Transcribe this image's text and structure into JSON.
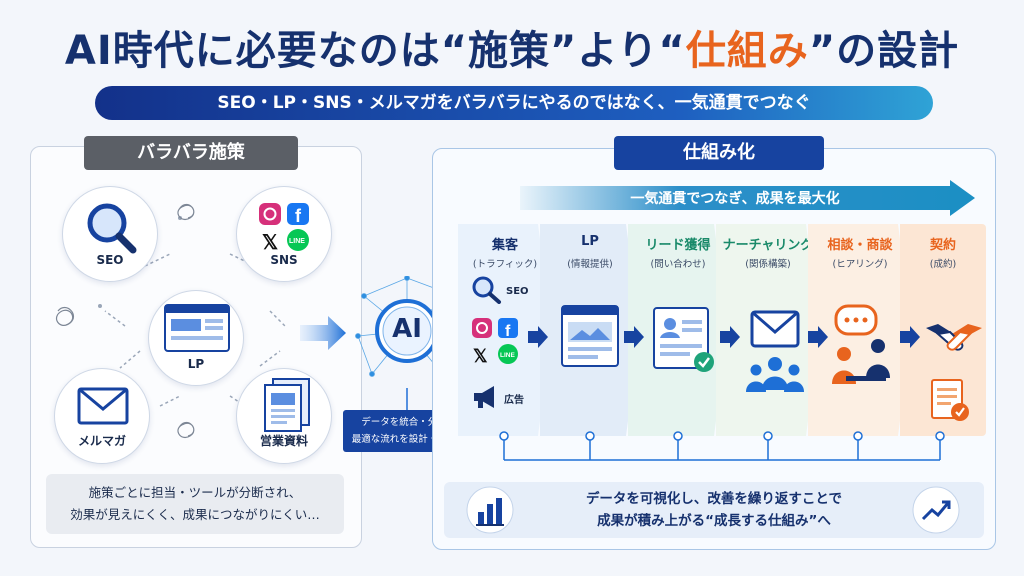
{
  "title": {
    "part1": "AI時代に必要なのは“",
    "word1": "施策",
    "part2": "”より“",
    "word2": "仕組み",
    "part3": "”の設計"
  },
  "subtitle": "SEO・LP・SNS・メルマガをバラバラにやるのではなく、一気通貫でつなぐ",
  "left": {
    "label": "バラバラ施策",
    "nodes": {
      "seo": "SEO",
      "sns": "SNS",
      "lp": "LP",
      "mail": "メルマガ",
      "sales": "営業資料"
    },
    "note_line1": "施策ごとに担当・ツールが分断され、",
    "note_line2": "効果が見えにくく、成果につながりにくい…"
  },
  "ai": {
    "label": "AI",
    "caption_line1": "データを統合・分析",
    "caption_line2": "最適な流れを設計・改善"
  },
  "right": {
    "label": "仕組み化",
    "flow_text": "一気通貫でつなぎ、成果を最大化",
    "stages": [
      {
        "title": "集客",
        "sub": "(トラフィック)"
      },
      {
        "title": "LP",
        "sub": "(情報提供)"
      },
      {
        "title": "リード獲得",
        "sub": "(問い合わせ)"
      },
      {
        "title": "ナーチャリング",
        "sub": "(関係構築)"
      },
      {
        "title": "相談・商談",
        "sub": "(ヒアリング)"
      },
      {
        "title": "契約",
        "sub": "(成約)"
      }
    ],
    "channel_seo": "SEO",
    "channel_ad": "広告",
    "bottom_line1": "データを可視化し、改善を繰り返すことで",
    "bottom_line2": "成果が積み上がる“成長する仕組み”へ"
  },
  "colors": {
    "navy": "#16316e",
    "orange": "#e8641e",
    "blue": "#1e5fc0"
  }
}
